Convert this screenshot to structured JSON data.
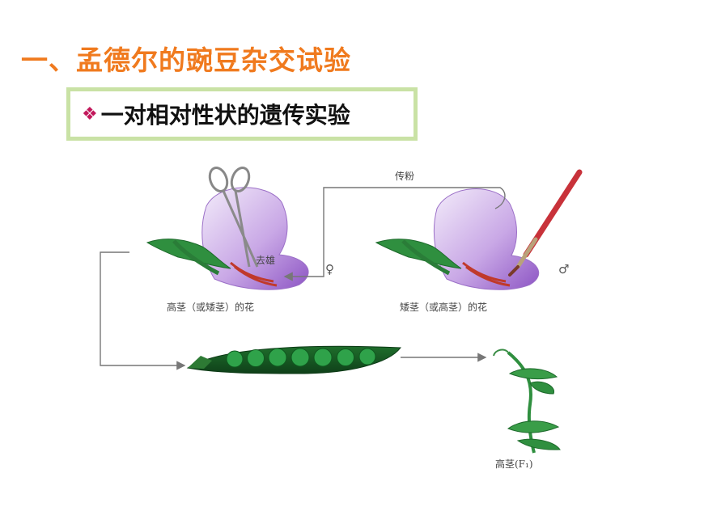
{
  "title": "一、孟德尔的豌豆杂交试验",
  "subtitle": {
    "bullet": "❖",
    "text": "一对相对性状的遗传实验"
  },
  "figure": {
    "left_flower_caption": "高茎（或矮茎）的花",
    "right_flower_caption": "矮茎（或高茎）的花",
    "emasculation_label": "去雄",
    "pollination_label": "传粉",
    "female_symbol": "♀",
    "male_symbol": "♂",
    "offspring_caption": "高茎(F₁)"
  },
  "colors": {
    "title": "#f07a1e",
    "subtitle_border": "#c9e2a5",
    "bullet": "#c2185b",
    "petal": "#c39be0",
    "leaf": "#2e8b3a",
    "pea": "#2fa24a"
  }
}
